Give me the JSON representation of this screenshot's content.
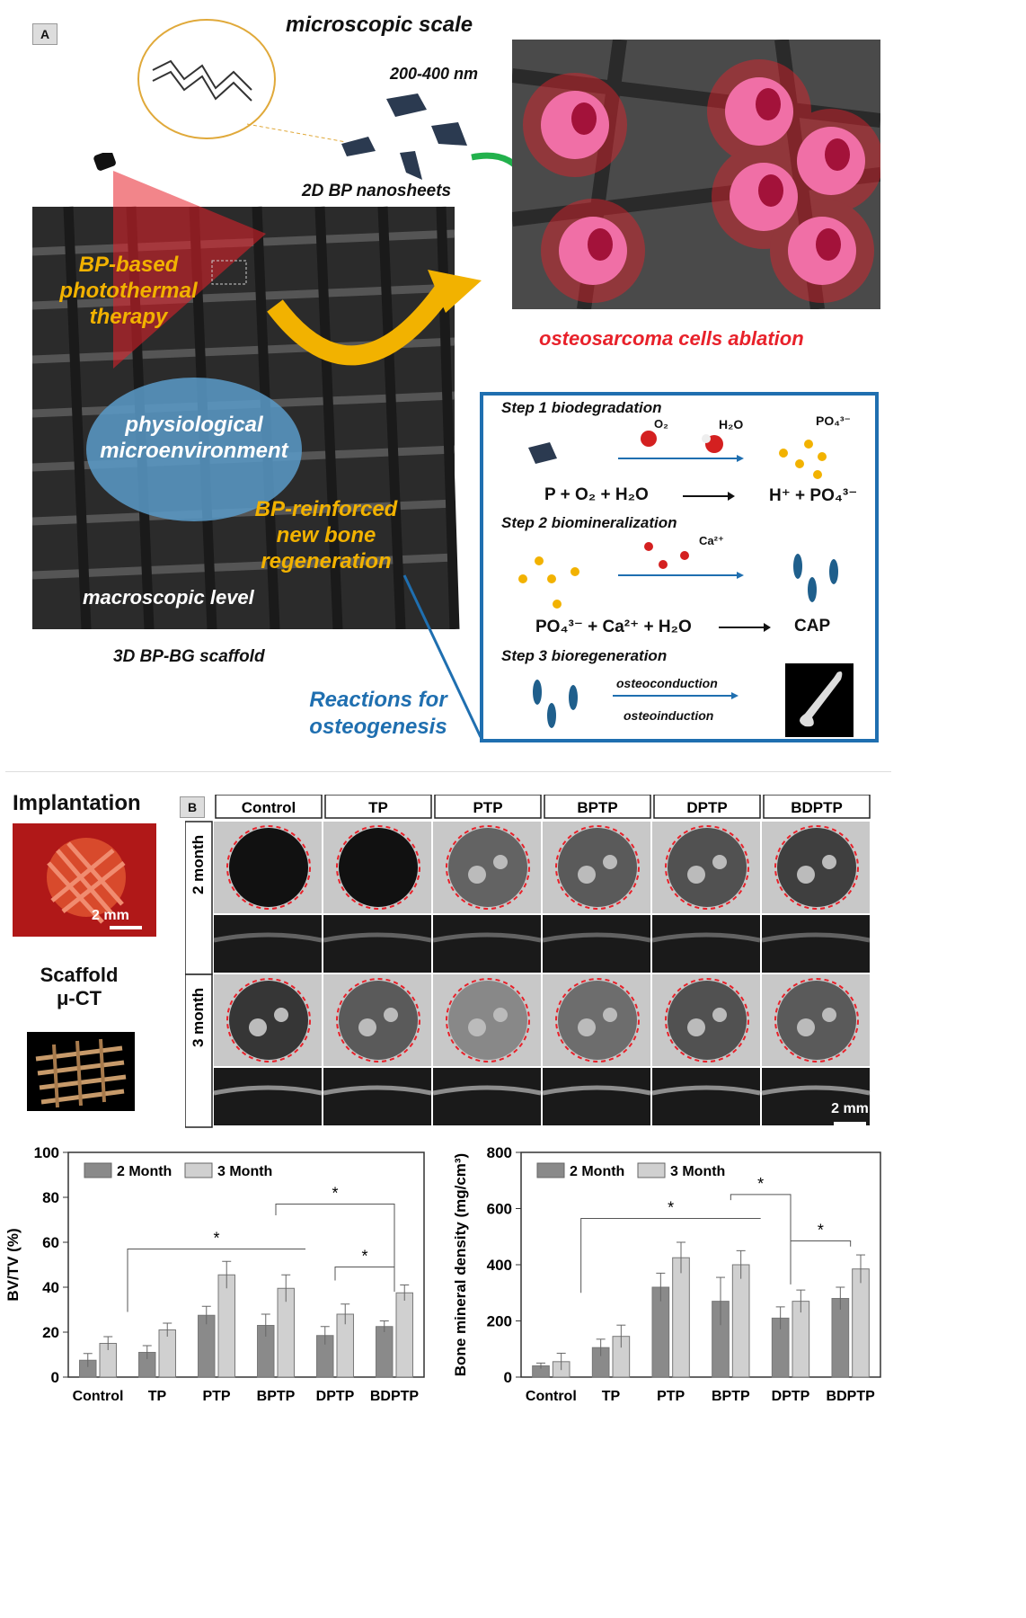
{
  "panel_a": {
    "label": "A",
    "microscopic_scale": "microscopic scale",
    "nanosheet_size": "200-400 nm",
    "nanosheets": "2D BP nanosheets",
    "ptt": [
      "BP-based",
      "photothermal",
      "therapy"
    ],
    "physio": [
      "physiological",
      "microenvironment"
    ],
    "regen": [
      "BP-reinforced",
      "new bone",
      "regeneration"
    ],
    "macro": "macroscopic level",
    "scaffold": "3D BP-BG scaffold",
    "ablation": "osteosarcoma cells ablation",
    "osteo": [
      "Reactions for",
      "osteogenesis"
    ],
    "step1": "Step 1 biodegradation",
    "step1_o2": "O₂",
    "step1_h2o": "H₂O",
    "step1_po4": "PO₄³⁻",
    "step1_lhs": "P + O₂ + H₂O",
    "step1_rhs": "H⁺ + PO₄³⁻",
    "step2": "Step 2 biomineralization",
    "step2_ca": "Ca²⁺",
    "step2_lhs": "PO₄³⁻ + Ca²⁺ + H₂O",
    "step2_rhs": "CAP",
    "step3": "Step 3 bioregeneration",
    "step3_top": "osteoconduction",
    "step3_bottom": "osteoinduction"
  },
  "panel_b": {
    "label": "B",
    "implantation": "Implantation",
    "scale_implant": "2 mm",
    "scaffold": [
      "Scaffold",
      "μ-CT"
    ],
    "columns": [
      "Control",
      "TP",
      "PTP",
      "BPTP",
      "DPTP",
      "BDPTP"
    ],
    "rows": [
      "2 month",
      "3 month"
    ],
    "scale_ct": "2 mm"
  },
  "colors": {
    "accent_yellow": "#f2b200",
    "accent_red": "#e8212a",
    "accent_blue": "#1f6fb0",
    "bar_dark": "#8a8a8a",
    "bar_light": "#d0d0d0"
  },
  "chart_data": [
    {
      "type": "bar",
      "categories": [
        "Control",
        "TP",
        "PTP",
        "BPTP",
        "DPTP",
        "BDPTP"
      ],
      "series": [
        {
          "name": "2 Month",
          "values": [
            7.5,
            11,
            27.5,
            23,
            18.5,
            22.5
          ],
          "errors": [
            3,
            3,
            4,
            5,
            4,
            2.5
          ]
        },
        {
          "name": "3 Month",
          "values": [
            15,
            21,
            45.5,
            39.5,
            28,
            37.5
          ],
          "errors": [
            3,
            3,
            6,
            6,
            4.5,
            3.5
          ]
        }
      ],
      "ylabel": "BV/TV (%)",
      "ylim": [
        0,
        100
      ],
      "yticks": [
        0,
        20,
        40,
        60,
        80,
        100
      ],
      "significance": [
        "*",
        "*",
        "*"
      ]
    },
    {
      "type": "bar",
      "categories": [
        "Control",
        "TP",
        "PTP",
        "BPTP",
        "DPTP",
        "BDPTP"
      ],
      "series": [
        {
          "name": "2 Month",
          "values": [
            40,
            105,
            320,
            270,
            210,
            280
          ],
          "errors": [
            10,
            30,
            50,
            85,
            40,
            40
          ]
        },
        {
          "name": "3 Month",
          "values": [
            55,
            145,
            425,
            400,
            270,
            385
          ],
          "errors": [
            30,
            40,
            55,
            50,
            40,
            50
          ]
        }
      ],
      "ylabel": "Bone mineral density (mg/cm³)",
      "ylim": [
        0,
        800
      ],
      "yticks": [
        0,
        200,
        400,
        600,
        800
      ],
      "significance": [
        "*",
        "*",
        "*"
      ]
    }
  ]
}
